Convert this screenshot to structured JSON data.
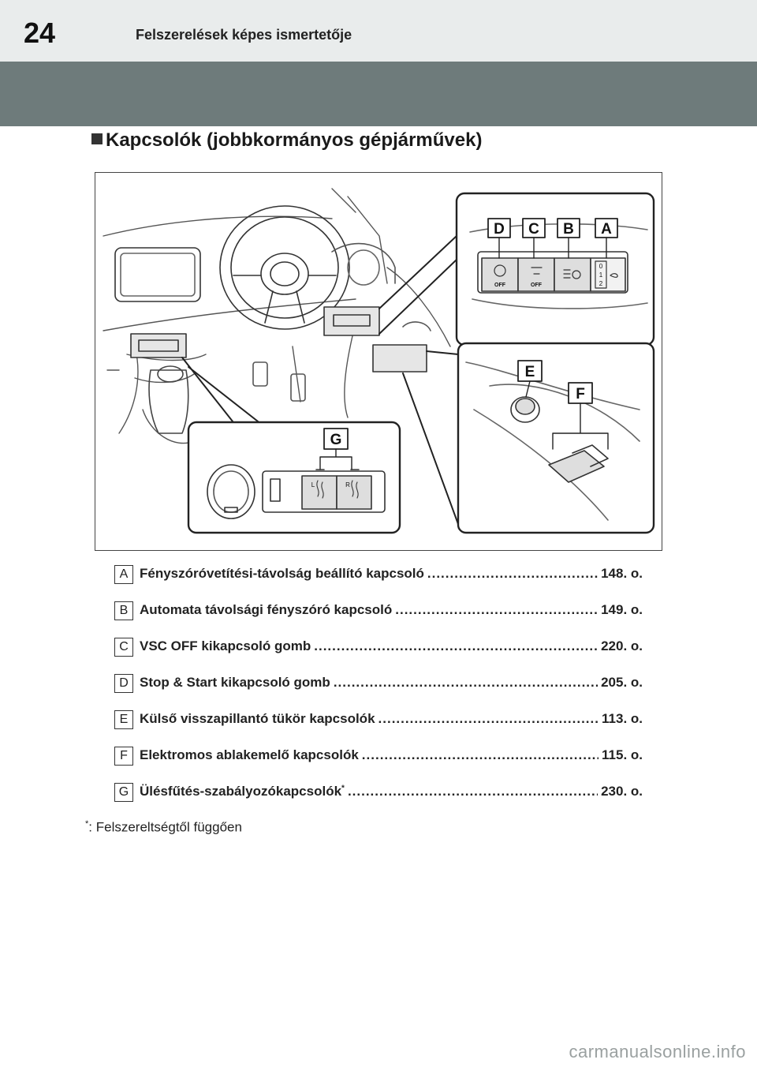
{
  "header": {
    "page_number": "24",
    "running_title": "Felszerelések képes ismertetője"
  },
  "section": {
    "title": "Kapcsolók (jobbkormányos gépjárművek)"
  },
  "figure": {
    "callouts": {
      "d": "D",
      "c": "C",
      "b": "B",
      "a": "A",
      "e": "E",
      "f": "F",
      "g": "G"
    },
    "switch_texts": {
      "off1": "OFF",
      "off2": "OFF",
      "seat_l": "L",
      "seat_r": "R",
      "level_0": "0",
      "level_1": "1",
      "level_2": "2"
    }
  },
  "items": [
    {
      "badge": "A",
      "label": "Fényszóróvetítési-távolság beállító kapcsoló",
      "page": "148. o."
    },
    {
      "badge": "B",
      "label": "Automata távolsági fényszóró kapcsoló",
      "page": "149. o."
    },
    {
      "badge": "C",
      "label": "VSC OFF kikapcsoló gomb",
      "page": "220. o."
    },
    {
      "badge": "D",
      "label": "Stop & Start kikapcsoló gomb",
      "page": "205. o."
    },
    {
      "badge": "E",
      "label": "Külső visszapillantó tükör kapcsolók",
      "page": "113. o."
    },
    {
      "badge": "F",
      "label": "Elektromos ablakemelő kapcsolók",
      "page": "115. o."
    },
    {
      "badge": "G",
      "label": "Ülésfűtés-szabályozókapcsolók",
      "label_sup": "*",
      "page": "230. o."
    }
  ],
  "footnote": {
    "mark": "*",
    "text": ": Felszereltségtől függően"
  },
  "watermark": "carmanualsonline.info"
}
